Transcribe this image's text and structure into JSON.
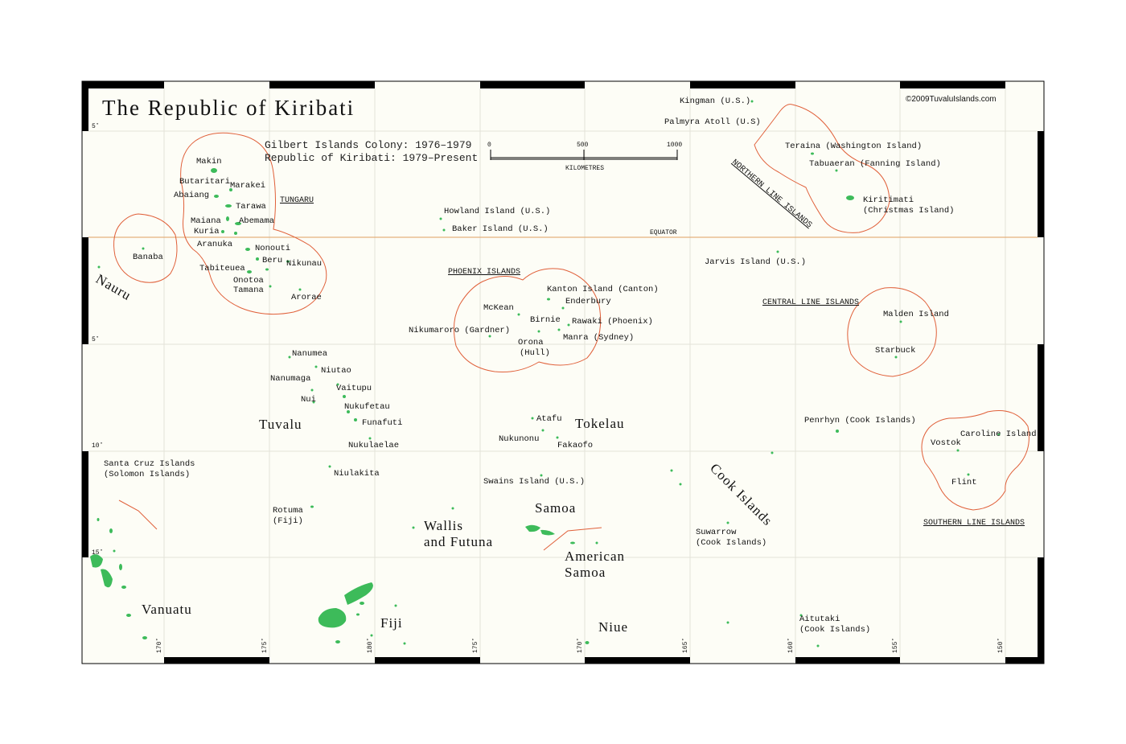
{
  "title": "The Republic of Kiribati",
  "subtitle_lines": [
    "Gilbert Islands Colony: 1976–1979",
    "Republic of Kiribati: 1979–Present"
  ],
  "copyright": "©2009TuvaluIslands.com",
  "scale": {
    "ticks": [
      "0",
      "500",
      "1000"
    ],
    "unit": "KILOMETRES"
  },
  "equator_label": "EQUATOR",
  "latitude_labels": [
    "5˚",
    "5˚",
    "10˚",
    "15˚"
  ],
  "longitude_labels": [
    "170˚",
    "175˚",
    "180˚",
    "175˚",
    "170˚",
    "165˚",
    "160˚",
    "155˚",
    "150˚"
  ],
  "group_labels": {
    "tungaru": "TUNGARU",
    "phoenix": "PHOENIX ISLANDS",
    "northern_line": "NORTHERN LINE ISLANDS",
    "central_line": "CENTRAL LINE ISLANDS",
    "southern_line": "SOUTHERN LINE ISLANDS"
  },
  "countries": {
    "nauru": "Nauru",
    "tuvalu": "Tuvalu",
    "tokelau": "Tokelau",
    "samoa": "Samoa",
    "wallis_1": "Wallis",
    "wallis_2": "and Futuna",
    "american_samoa_1": "American",
    "american_samoa_2": "Samoa",
    "vanuatu": "Vanuatu",
    "fiji": "Fiji",
    "niue": "Niue",
    "cook_islands": "Cook Islands"
  },
  "places": {
    "kingman": "Kingman (U.S.)",
    "palmyra": "Palmyra Atoll (U.S)",
    "teraina": "Teraina (Washington Island)",
    "tabuaeran": "Tabuaeran (Fanning Island)",
    "kiritimati_1": "Kiritimati",
    "kiritimati_2": "(Christmas Island)",
    "makin": "Makin",
    "butaritari": "Butaritari",
    "marakei": "Marakei",
    "abaiang": "Abaiang",
    "tarawa": "Tarawa",
    "maiana": "Maiana",
    "abemama": "Abemama",
    "kuria": "Kuria",
    "aranuka": "Aranuka",
    "nonouti": "Nonouti",
    "banaba": "Banaba",
    "beru": "Beru",
    "nikunau": "Nikunau",
    "tabiteuea": "Tabiteuea",
    "onotoa": "Onotoa",
    "tamana": "Tamana",
    "arorae": "Arorae",
    "howland": "Howland Island (U.S.)",
    "baker": "Baker Island (U.S.)",
    "jarvis": "Jarvis Island (U.S.)",
    "kanton": "Kanton Island (Canton)",
    "enderbury": "Enderbury",
    "mckean": "McKean",
    "birnie": "Birnie",
    "rawaki": "Rawaki (Phoenix)",
    "nikumaroro": "Nikumaroro (Gardner)",
    "manra": "Manra (Sydney)",
    "orona_1": "Orona",
    "orona_2": "(Hull)",
    "malden": "Malden Island",
    "starbuck": "Starbuck",
    "nanumea": "Nanumea",
    "niutao": "Niutao",
    "nanumaga": "Nanumaga",
    "vaitupu": "Vaitupu",
    "nui": "Nui",
    "nukufetau": "Nukufetau",
    "funafuti": "Funafuti",
    "nukulaelae": "Nukulaelae",
    "niulakita": "Niulakita",
    "atafu": "Atafu",
    "nukunonu": "Nukunonu",
    "fakaofo": "Fakaofo",
    "penrhyn": "Penrhyn (Cook Islands)",
    "caroline": "Caroline Island",
    "vostok": "Vostok",
    "flint": "Flint",
    "santa_cruz_1": "Santa Cruz Islands",
    "santa_cruz_2": "(Solomon Islands)",
    "swains": "Swains Island (U.S.)",
    "rotuma_1": "Rotuma",
    "rotuma_2": "(Fiji)",
    "suwarrow_1": "Suwarrow",
    "suwarrow_2": "(Cook Islands)",
    "aitutaki_1": "Aitutaki",
    "aitutaki_2": "(Cook Islands)"
  },
  "colors": {
    "paper": "#fdfdf6",
    "land": "#3dbb5a",
    "boundary": "#e0603a",
    "equator": "#e0a060",
    "grid": "#e4e2d8",
    "frame": "#000000"
  }
}
